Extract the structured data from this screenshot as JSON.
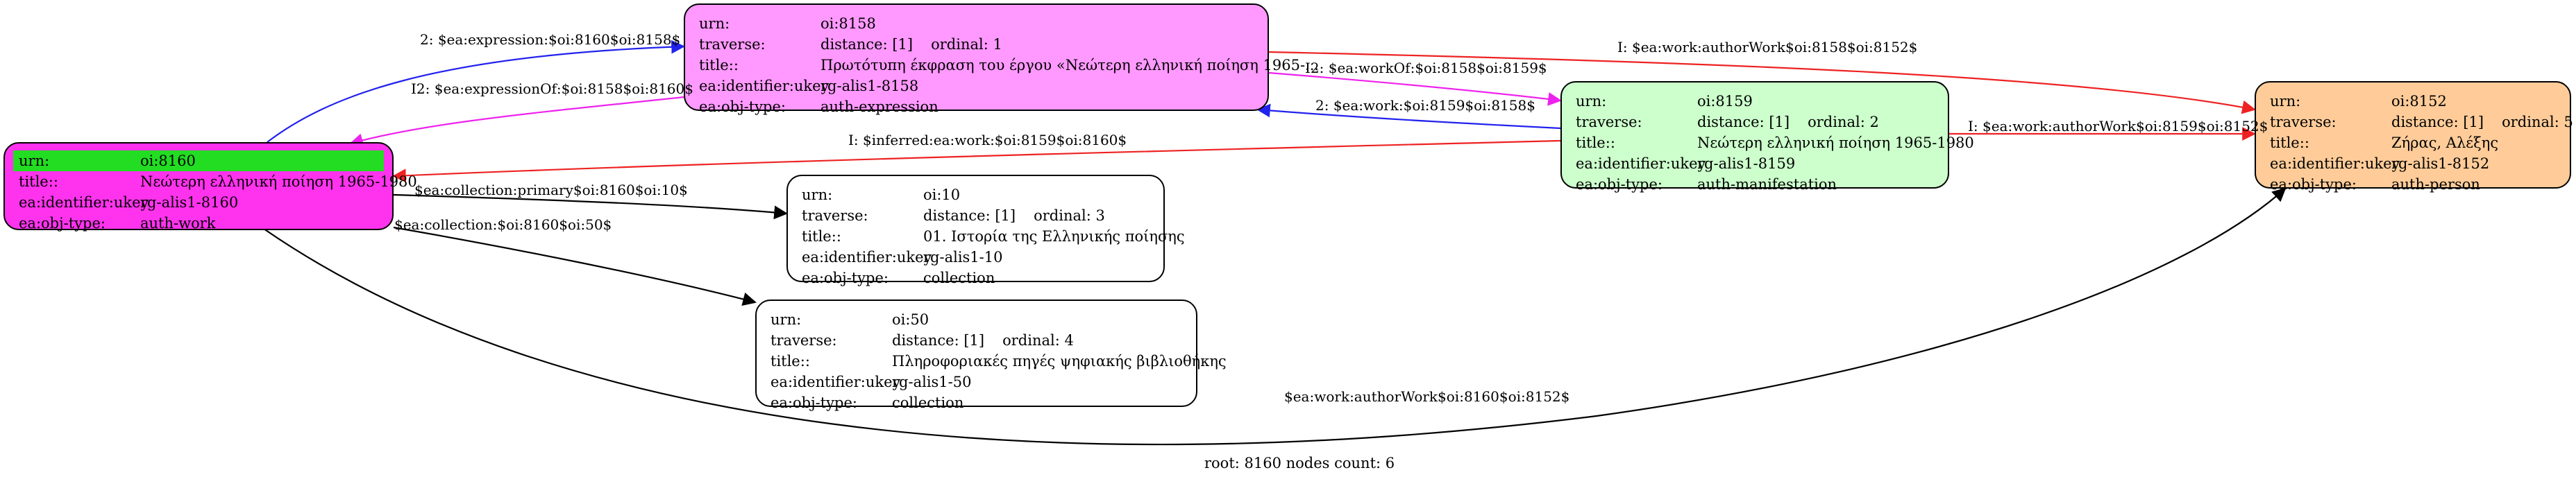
{
  "root_label": "root: 8160 nodes count: 6",
  "colors": {
    "n8160": "#ff33ee",
    "n8160_header": "#22dd22",
    "n8158": "#ff99ff",
    "n8159": "#ccffcc",
    "n8152": "#ffcc99",
    "collection": "#ffffff",
    "edge_black": "#000000",
    "edge_red": "#ee2222",
    "edge_blue": "#2222ee",
    "edge_magenta": "#ee22ee"
  },
  "nodes": {
    "n8160": {
      "urn_key": "urn:",
      "urn_val": "oi:8160",
      "title_key": "title::",
      "title_val": "Νεώτερη ελληνική ποίηση 1965-1980",
      "ukey_key": "ea:identifier:ukey",
      "ukey_val": "rg-alis1-8160",
      "type_key": "ea:obj-type:",
      "type_val": "auth-work"
    },
    "n8158": {
      "urn_key": "urn:",
      "urn_val": "oi:8158",
      "traverse_key": "traverse:",
      "distance": "distance: [1]",
      "ordinal": "ordinal: 1",
      "title_key": "title::",
      "title_val": "Πρωτότυπη έκφραση του έργου «Νεώτερη ελληνική ποίηση 1965-...",
      "ukey_key": "ea:identifier:ukey",
      "ukey_val": "rg-alis1-8158",
      "type_key": "ea:obj-type:",
      "type_val": "auth-expression"
    },
    "n8159": {
      "urn_key": "urn:",
      "urn_val": "oi:8159",
      "traverse_key": "traverse:",
      "distance": "distance: [1]",
      "ordinal": "ordinal: 2",
      "title_key": "title::",
      "title_val": "Νεώτερη ελληνική ποίηση 1965-1980",
      "ukey_key": "ea:identifier:ukey",
      "ukey_val": "rg-alis1-8159",
      "type_key": "ea:obj-type:",
      "type_val": "auth-manifestation"
    },
    "n8152": {
      "urn_key": "urn:",
      "urn_val": "oi:8152",
      "traverse_key": "traverse:",
      "distance": "distance: [1]",
      "ordinal": "ordinal: 5",
      "title_key": "title::",
      "title_val": "Ζήρας, Αλέξης",
      "ukey_key": "ea:identifier:ukey",
      "ukey_val": "rg-alis1-8152",
      "type_key": "ea:obj-type:",
      "type_val": "auth-person"
    },
    "n10": {
      "urn_key": "urn:",
      "urn_val": "oi:10",
      "traverse_key": "traverse:",
      "distance": "distance: [1]",
      "ordinal": "ordinal: 3",
      "title_key": "title::",
      "title_val": "01. Ιστορία της Ελληνικής ποίησης",
      "ukey_key": "ea:identifier:ukey",
      "ukey_val": "rg-alis1-10",
      "type_key": "ea:obj-type:",
      "type_val": "collection"
    },
    "n50": {
      "urn_key": "urn:",
      "urn_val": "oi:50",
      "traverse_key": "traverse:",
      "distance": "distance: [1]",
      "ordinal": "ordinal: 4",
      "title_key": "title::",
      "title_val": "Πληροφοριακές πηγές ψηφιακής βιβλιοθήκης",
      "ukey_key": "ea:identifier:ukey",
      "ukey_val": "rg-alis1-50",
      "type_key": "ea:obj-type:",
      "type_val": "collection"
    }
  },
  "edges": {
    "e_expression": "2: $ea:expression:$oi:8160$oi:8158$",
    "e_expressionOf": "I2: $ea:expressionOf:$oi:8158$oi:8160$",
    "e_author_8158": "I: $ea:work:authorWork$oi:8158$oi:8152$",
    "e_workOf": "I2: $ea:workOf:$oi:8158$oi:8159$",
    "e_work_8159": "2: $ea:work:$oi:8159$oi:8158$",
    "e_inferred": "I: $inferred:ea:work:$oi:8159$oi:8160$",
    "e_author_8159": "I: $ea:work:authorWork$oi:8159$oi:8152$",
    "e_collection_primary": "$ea:collection:primary$oi:8160$oi:10$",
    "e_collection": "$ea:collection:$oi:8160$oi:50$",
    "e_author_8160": "$ea:work:authorWork$oi:8160$oi:8152$"
  }
}
